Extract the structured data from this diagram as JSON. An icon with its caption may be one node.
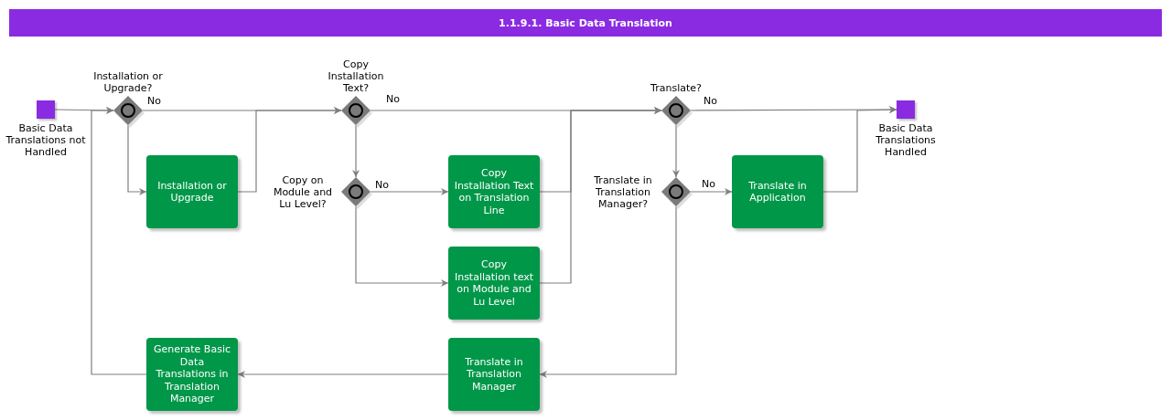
{
  "diagram": {
    "title": "1.1.9.1. Basic Data Translation",
    "nodes": [
      {
        "text": [
          "Basic Data Translations not Handled"
        ]
      },
      {
        "text": [
          "Installation or Upgrade?"
        ]
      },
      {
        "text": [
          "Installation or Upgrade"
        ]
      },
      {
        "text": [
          "Copy Installation Text?"
        ]
      },
      {
        "text": [
          "Copy on Module and Lu Level?"
        ]
      },
      {
        "text": [
          "Copy Installation Text on Translation Line"
        ]
      },
      {
        "text": [
          "Copy Installation text on Module and Lu Level"
        ]
      },
      {
        "text": [
          "Translate?"
        ]
      },
      {
        "text": [
          "Translate in Translation Manager?"
        ]
      },
      {
        "text": [
          "Translate in Application"
        ]
      },
      {
        "text": [
          "Basic Data Translations Handled"
        ]
      },
      {
        "text": [
          "Translate in Translation Manager"
        ]
      },
      {
        "text": [
          "Generate Basic Data Translations in Translation Manager"
        ]
      }
    ],
    "edges": [
      {
        "from": 0,
        "to": 1,
        "arrow": "to"
      },
      {
        "from": 1,
        "to": 3,
        "arrow": "to",
        "label": "No"
      },
      {
        "from": 1,
        "to": 2,
        "arrow": "to"
      },
      {
        "from": 2,
        "to": 3,
        "arrow": "to"
      },
      {
        "from": 3,
        "to": 7,
        "arrow": "to",
        "label": "No"
      },
      {
        "from": 3,
        "to": 4,
        "arrow": "to"
      },
      {
        "from": 4,
        "to": 5,
        "arrow": "to",
        "label": "No"
      },
      {
        "from": 4,
        "to": 6,
        "arrow": "to"
      },
      {
        "from": 5,
        "to": 7,
        "arrow": "to"
      },
      {
        "from": 6,
        "to": 7,
        "arrow": "to"
      },
      {
        "from": 7,
        "to": 10,
        "arrow": "to",
        "label": "No"
      },
      {
        "from": 7,
        "to": 8,
        "arrow": "to"
      },
      {
        "from": 8,
        "to": 9,
        "arrow": "to",
        "label": "No"
      },
      {
        "from": 9,
        "to": 10,
        "arrow": "to"
      },
      {
        "from": 8,
        "to": 11,
        "arrow": "to"
      },
      {
        "from": 11,
        "to": 12,
        "arrow": "to"
      },
      {
        "from": 12,
        "to": 1,
        "arrow": "to"
      }
    ]
  }
}
